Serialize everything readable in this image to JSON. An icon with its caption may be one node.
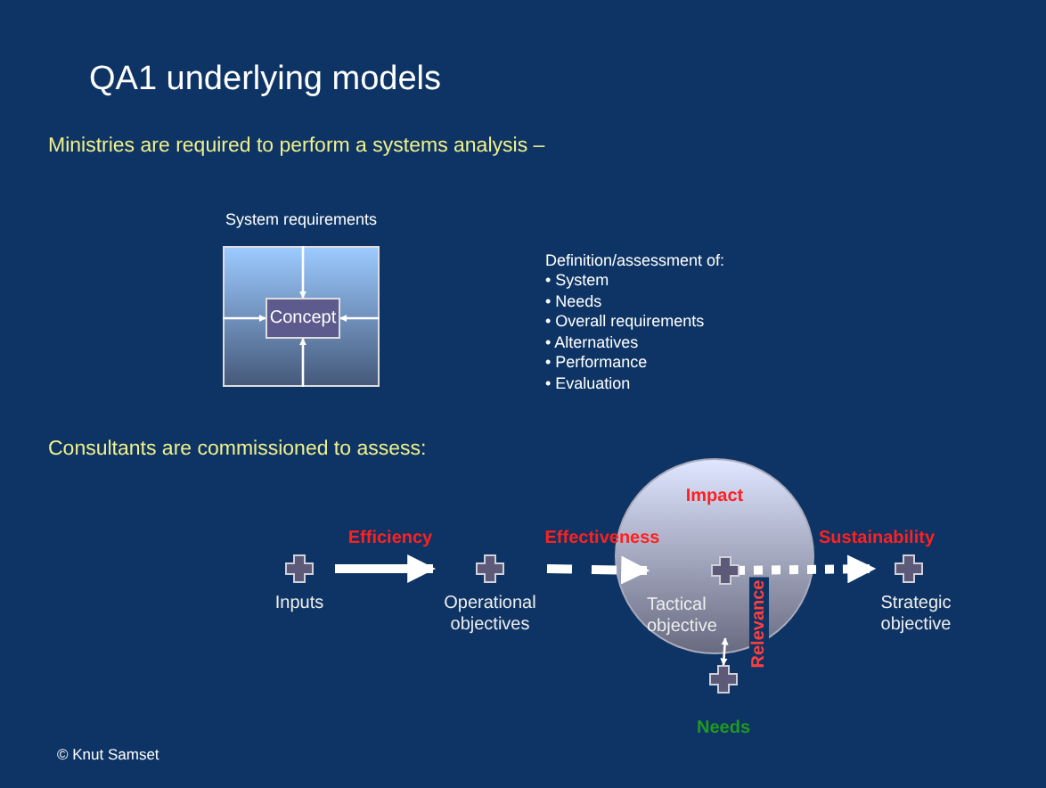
{
  "diagram": {
    "title": "QA1 underlying models",
    "nodes": [
      {
        "text": [
          "System requirements"
        ]
      },
      {
        "text": [
          "Concept"
        ],
        "in": 0
      },
      {
        "text": [
          "Impact"
        ]
      },
      {
        "text": [
          "Inputs"
        ]
      },
      {
        "text": [
          "Operational objectives"
        ]
      },
      {
        "text": [
          "Tactical objective"
        ],
        "in": 2
      },
      {
        "text": [
          "Strategic objective"
        ]
      },
      {
        "text": [
          "Needs"
        ]
      }
    ],
    "edges": [
      {
        "from": 0,
        "to": 1,
        "arrow": "to"
      },
      {
        "from": 0,
        "to": 1,
        "arrow": "to"
      },
      {
        "from": 0,
        "to": 1,
        "arrow": "to"
      },
      {
        "from": 0,
        "to": 1,
        "arrow": "to"
      },
      {
        "from": 3,
        "to": 4,
        "arrow": "to",
        "label": "Efficiency",
        "style": "thick"
      },
      {
        "from": 4,
        "to": 5,
        "arrow": "to",
        "label": "Effectiveness",
        "style": "dashed"
      },
      {
        "from": 5,
        "to": 6,
        "arrow": "to",
        "label": "Sustainability",
        "style": "dashed"
      },
      {
        "from": 7,
        "to": 5,
        "arrow": "both",
        "label": "Relevance"
      }
    ],
    "labels": [
      "Ministries are required to perform a systems analysis –",
      "Definition/assessment of:",
      "• System",
      "• Needs",
      "• Overall requirements",
      "• Alternatives",
      "• Performance",
      "• Evaluation",
      "Consultants are commissioned to assess:",
      "© Knut Samset"
    ]
  }
}
